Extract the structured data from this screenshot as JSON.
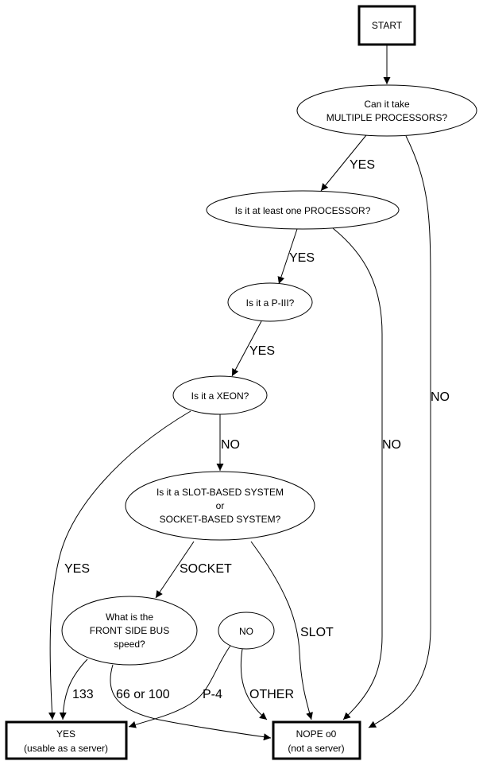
{
  "diagram": {
    "nodes": {
      "start": {
        "lines": [
          "START"
        ]
      },
      "multi": {
        "lines": [
          "Can it take",
          "MULTIPLE PROCESSORS?"
        ]
      },
      "one_proc": {
        "lines": [
          "Is it at least one PROCESSOR?"
        ]
      },
      "p3": {
        "lines": [
          "Is it a P-III?"
        ]
      },
      "xeon": {
        "lines": [
          "Is it a XEON?"
        ]
      },
      "slot_socket": {
        "lines": [
          "Is it a SLOT-BASED SYSTEM",
          "or",
          "SOCKET-BASED SYSTEM?"
        ]
      },
      "fsb": {
        "lines": [
          "What is the",
          "FRONT SIDE BUS",
          "speed?"
        ]
      },
      "no_node": {
        "lines": [
          "NO"
        ]
      },
      "yes_server": {
        "lines": [
          "YES",
          "(usable as a server)"
        ]
      },
      "nope": {
        "lines": [
          "NOPE o0",
          "(not a server)"
        ]
      }
    },
    "edges": [
      {
        "from": "start",
        "to": "multi",
        "label": ""
      },
      {
        "from": "multi",
        "to": "one_proc",
        "label": "YES"
      },
      {
        "from": "multi",
        "to": "nope",
        "label": "NO"
      },
      {
        "from": "one_proc",
        "to": "p3",
        "label": "YES"
      },
      {
        "from": "one_proc",
        "to": "nope",
        "label": "NO"
      },
      {
        "from": "p3",
        "to": "xeon",
        "label": "YES"
      },
      {
        "from": "xeon",
        "to": "slot_socket",
        "label": "NO"
      },
      {
        "from": "xeon",
        "to": "yes_server",
        "label": "YES"
      },
      {
        "from": "slot_socket",
        "to": "fsb",
        "label": "SOCKET"
      },
      {
        "from": "slot_socket",
        "to": "nope",
        "label": "SLOT"
      },
      {
        "from": "fsb",
        "to": "yes_server",
        "label": "133"
      },
      {
        "from": "fsb",
        "to": "nope",
        "label": "66 or 100"
      },
      {
        "from": "no_node",
        "to": "yes_server",
        "label": "P-4"
      },
      {
        "from": "no_node",
        "to": "nope",
        "label": "OTHER"
      }
    ]
  }
}
